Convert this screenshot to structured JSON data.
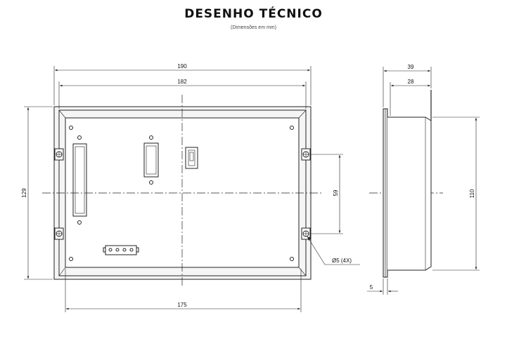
{
  "header": {
    "title": "DESENHO TÉCNICO",
    "subtitle": "(Dimensões em mm)"
  },
  "dimensions": {
    "overall_width": "190",
    "inner_width": "182",
    "base_width": "175",
    "height": "129",
    "hole_spacing": "59",
    "hole_note": "Ø5 (4X)",
    "depth_total": "39",
    "depth_body": "28",
    "body_height": "110",
    "flange_thickness": "5"
  },
  "colors": {
    "line": "#222222",
    "panel_fill": "#f2f2f2"
  }
}
